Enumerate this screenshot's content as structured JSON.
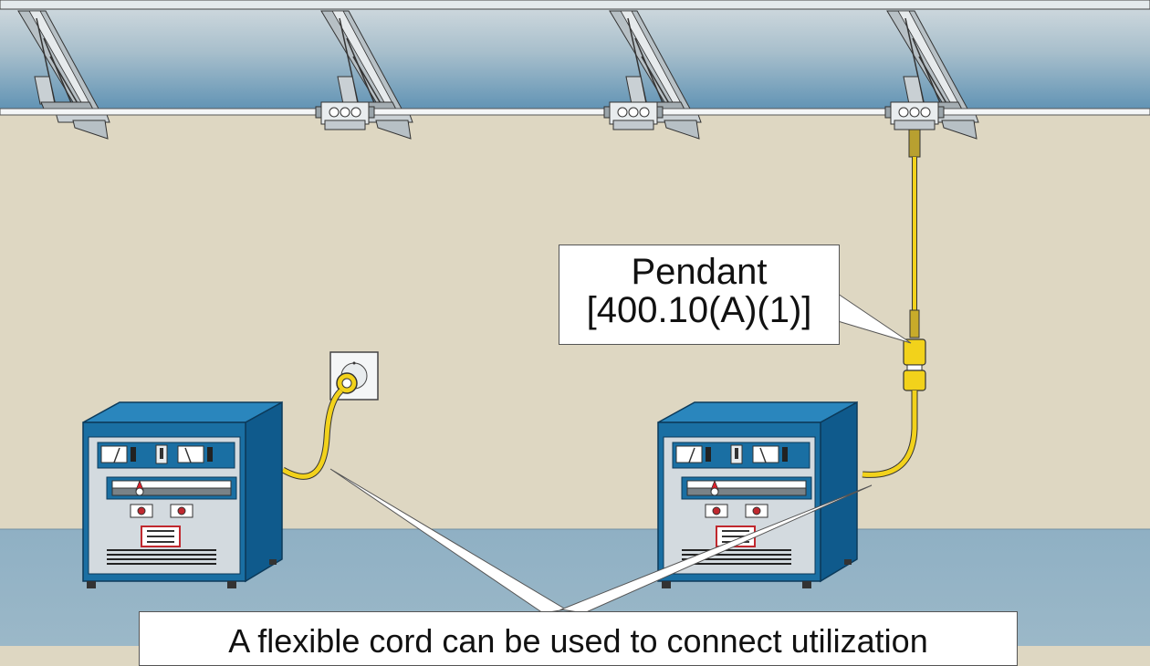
{
  "callouts": {
    "pendant_title": "Pendant",
    "pendant_ref": "[400.10(A)(1)]",
    "cord_text": "A flexible cord can be used to connect utilization"
  },
  "colors": {
    "wall": "#ded7c2",
    "ceiling_top": "#c8d2d8",
    "ceiling_bottom": "#5e91b3",
    "floor": "#8fb0c4",
    "cabinet_blue": "#1a6fa3",
    "cabinet_dark": "#0f4f7a",
    "panel_gray": "#d3dadf",
    "cord_yellow": "#f2d21b",
    "beam_gray": "#c9d0d4"
  },
  "icons": [
    "ceiling-truss-icon",
    "junction-box-icon",
    "wall-receptacle-icon",
    "plug-icon",
    "equipment-cabinet-icon",
    "cord-connector-icon"
  ]
}
